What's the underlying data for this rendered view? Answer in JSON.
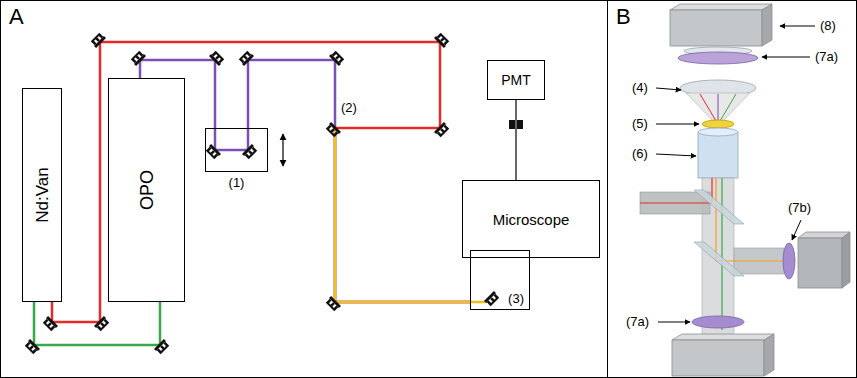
{
  "diagram": {
    "nodes": [
      {
        "text": [
          "A"
        ]
      },
      {
        "text": [
          "Nd:Van"
        ],
        "in": 0
      },
      {
        "text": [
          "OPO"
        ],
        "in": 0
      },
      {
        "text": [
          "(1)"
        ],
        "in": 0
      },
      {
        "text": [
          "PMT"
        ],
        "in": 0
      },
      {
        "text": [
          "Microscope"
        ],
        "in": 0
      },
      {
        "text": [
          "(3)"
        ],
        "in": 0
      },
      {
        "text": [
          "B"
        ]
      }
    ],
    "edges": [
      {
        "from": 1,
        "to": 2,
        "arrow": "none"
      },
      {
        "from": 1,
        "to": 6,
        "arrow": "none"
      },
      {
        "from": 2,
        "to": 3,
        "arrow": "none"
      },
      {
        "from": 3,
        "to": 6,
        "arrow": "none"
      },
      {
        "from": 4,
        "to": 5,
        "arrow": "none"
      }
    ],
    "labels": [
      "(2)",
      "(8)",
      "(7a)",
      "(4)",
      "(5)",
      "(6)",
      "(7b)",
      "(7a)"
    ]
  }
}
